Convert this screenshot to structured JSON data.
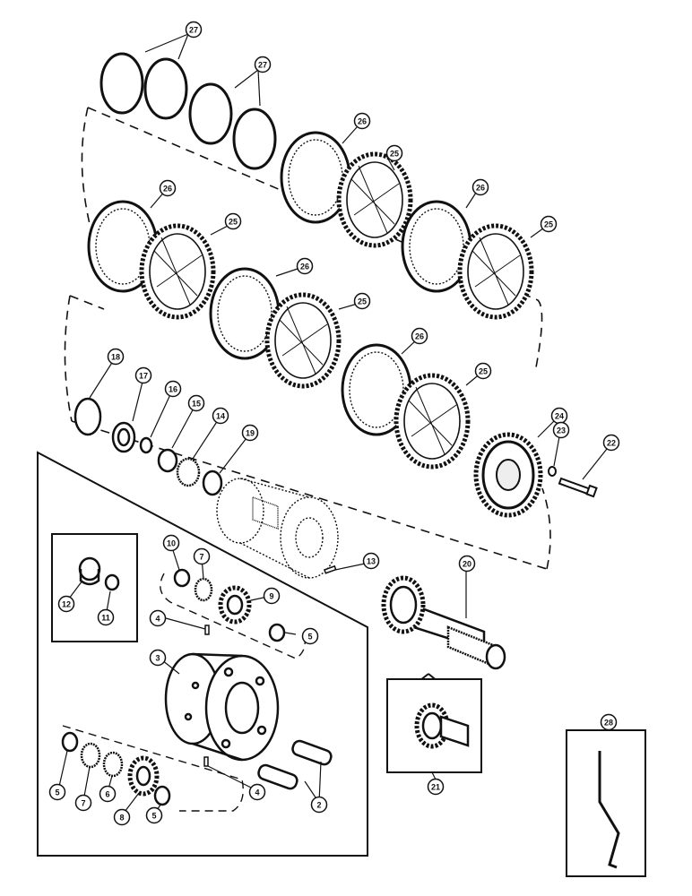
{
  "diagram": {
    "callouts": {
      "c27a": "27",
      "c27b": "27",
      "c26a": "26",
      "c26b": "26",
      "c26c": "26",
      "c26d": "26",
      "c26e": "26",
      "c25a": "25",
      "c25b": "25",
      "c25c": "25",
      "c25d": "25",
      "c25e": "25",
      "c24": "24",
      "c23": "23",
      "c22": "22",
      "c21": "21",
      "c20": "20",
      "c19": "19",
      "c18": "18",
      "c17": "17",
      "c16": "16",
      "c15": "15",
      "c14": "14",
      "c13": "13",
      "c12": "12",
      "c11": "11",
      "c10": "10",
      "c9": "9",
      "c8": "8",
      "c7a": "7",
      "c7b": "7",
      "c6": "6",
      "c5a": "5",
      "c5b": "5",
      "c5c": "5",
      "c4a": "4",
      "c4b": "4",
      "c3": "3",
      "c2": "2",
      "c28": "28"
    }
  }
}
